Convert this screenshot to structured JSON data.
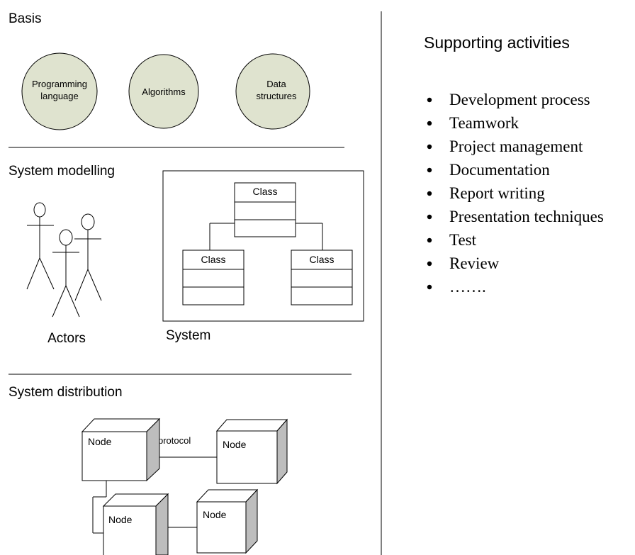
{
  "basis": {
    "heading": "Basis",
    "circles": [
      {
        "line1": "Programming",
        "line2": "language"
      },
      {
        "line1": "Algorithms",
        "line2": ""
      },
      {
        "line1": "Data",
        "line2": "structures"
      }
    ]
  },
  "modelling": {
    "heading": "System modelling",
    "actors_label": "Actors",
    "system_label": "System",
    "class_label": "Class"
  },
  "distribution": {
    "heading": "System distribution",
    "node_label": "Node",
    "protocol_label": "protocol"
  },
  "supporting": {
    "heading": "Supporting activities",
    "items": [
      "Development process",
      "Teamwork",
      "Project management",
      "Documentation",
      "Report writing",
      "Presentation techniques",
      "Test",
      "Review",
      "……."
    ]
  },
  "colors": {
    "circle_fill": "#dfe3cf",
    "node_side_fill": "#bdbdbd"
  }
}
